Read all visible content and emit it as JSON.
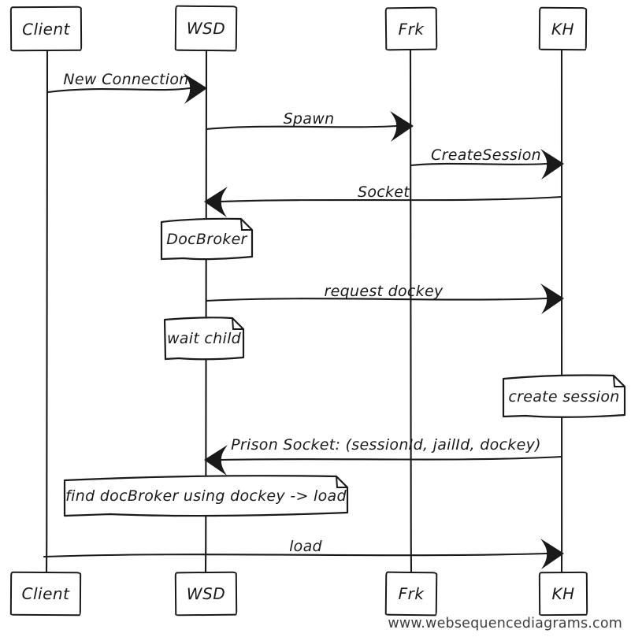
{
  "page": {
    "background_color": "#ffffff",
    "ink_color": "#1a1a1a",
    "watermark_color": "#3d3d3d"
  },
  "diagram": {
    "kind": "sequence-diagram",
    "style": "hand-drawn",
    "actors": [
      {
        "id": "client",
        "label": "Client"
      },
      {
        "id": "wsd",
        "label": "WSD"
      },
      {
        "id": "frk",
        "label": "Frk"
      },
      {
        "id": "kh",
        "label": "KH"
      }
    ],
    "messages": [
      {
        "from": "Client",
        "to": "WSD",
        "label": "New Connection"
      },
      {
        "from": "WSD",
        "to": "Frk",
        "label": "Spawn"
      },
      {
        "from": "Frk",
        "to": "KH",
        "label": "CreateSession"
      },
      {
        "from": "KH",
        "to": "WSD",
        "label": "Socket"
      },
      {
        "from": "WSD",
        "to": "KH",
        "label": "request dockey"
      },
      {
        "from": "KH",
        "to": "WSD",
        "label": "Prison Socket: (sessionId, jailId, dockey)"
      },
      {
        "from": "Client",
        "to": "KH",
        "label": "load"
      }
    ],
    "notes": [
      {
        "over": "WSD",
        "text": "DocBroker"
      },
      {
        "over": "WSD",
        "text": "wait child"
      },
      {
        "over": "KH",
        "text": "create session"
      },
      {
        "over": "Client,WSD",
        "text": "find docBroker using dockey -> load"
      }
    ],
    "watermark": "www.websequencediagrams.com"
  }
}
